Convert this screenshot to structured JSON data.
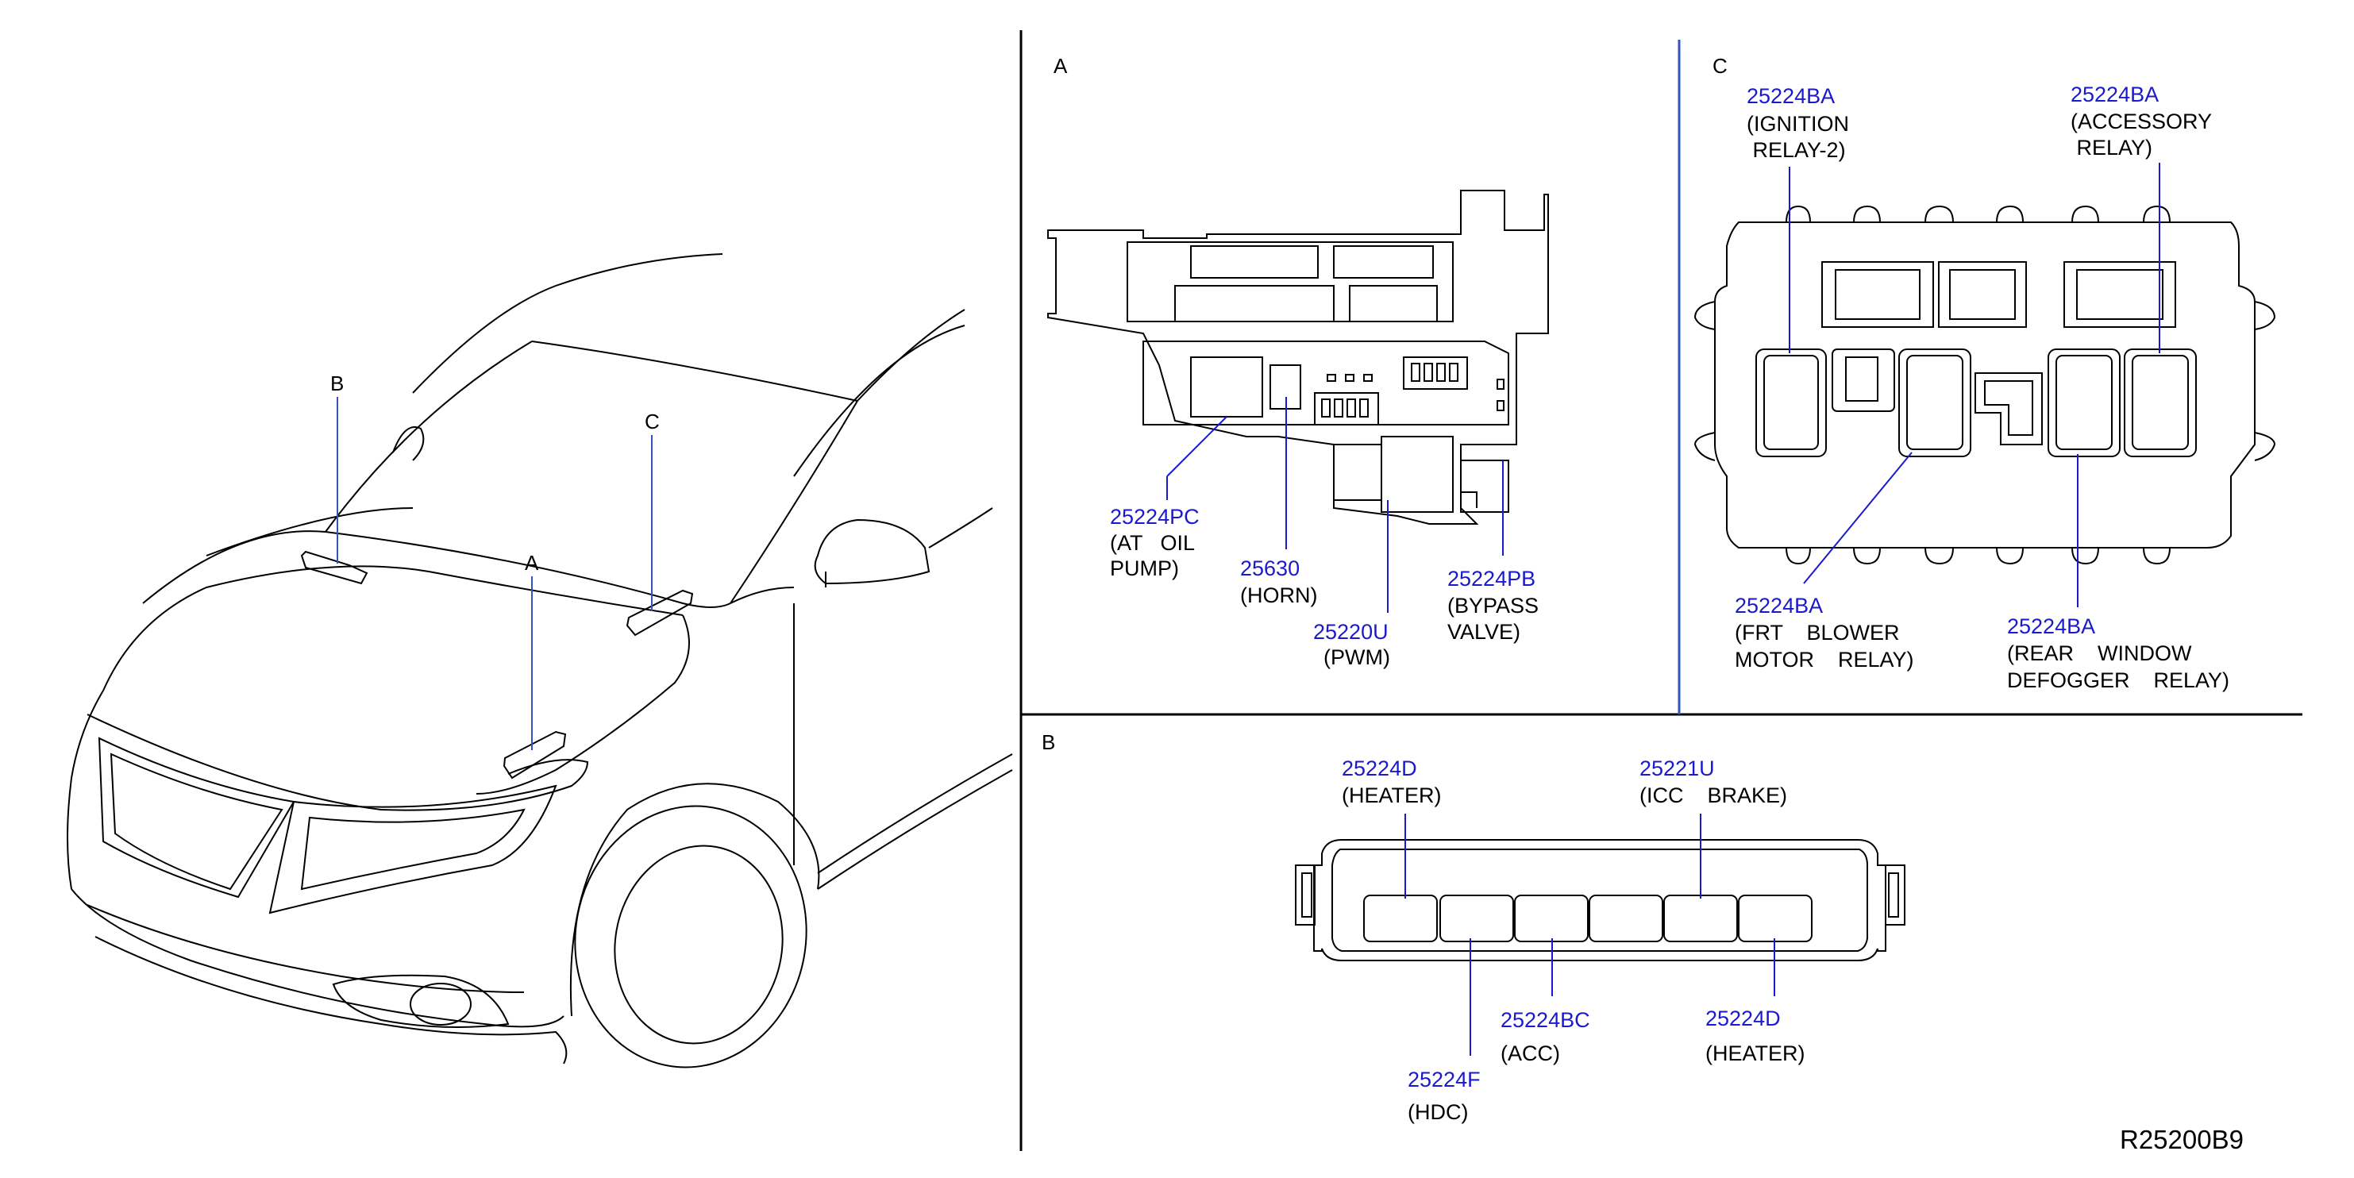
{
  "ref_code": "R25200B9",
  "car": {
    "markers": [
      {
        "id": "marker-a",
        "text": "A"
      },
      {
        "id": "marker-b",
        "text": "B"
      },
      {
        "id": "marker-c",
        "text": "C"
      }
    ]
  },
  "panel_a": {
    "title": "A",
    "callouts": [
      {
        "part": "25224PC",
        "desc": [
          "(AT   OIL",
          "PUMP)"
        ]
      },
      {
        "part": "25630",
        "desc": [
          "(HORN)"
        ]
      },
      {
        "part": "25220U",
        "desc": [
          "(PWM)"
        ]
      },
      {
        "part": "25224PB",
        "desc": [
          "(BYPASS",
          "VALVE)"
        ]
      }
    ]
  },
  "panel_b": {
    "title": "B",
    "callouts": [
      {
        "part": "25224D",
        "desc": [
          "(HEATER)"
        ]
      },
      {
        "part": "25221U",
        "desc": [
          "(ICC    BRAKE)"
        ]
      },
      {
        "part": "25224BC",
        "desc": [
          "(ACC)"
        ]
      },
      {
        "part": "25224D",
        "desc": [
          "(HEATER)"
        ]
      },
      {
        "part": "25224F",
        "desc": [
          "(HDC)"
        ]
      }
    ]
  },
  "panel_c": {
    "title": "C",
    "callouts": [
      {
        "part": "25224BA",
        "desc": [
          "(IGNITION",
          " RELAY-2)"
        ]
      },
      {
        "part": "25224BA",
        "desc": [
          "(ACCESSORY",
          " RELAY)"
        ]
      },
      {
        "part": "25224BA",
        "desc": [
          "(FRT    BLOWER",
          "MOTOR    RELAY)"
        ]
      },
      {
        "part": "25224BA",
        "desc": [
          "(REAR    WINDOW",
          "DEFOGGER    RELAY)"
        ]
      }
    ]
  }
}
